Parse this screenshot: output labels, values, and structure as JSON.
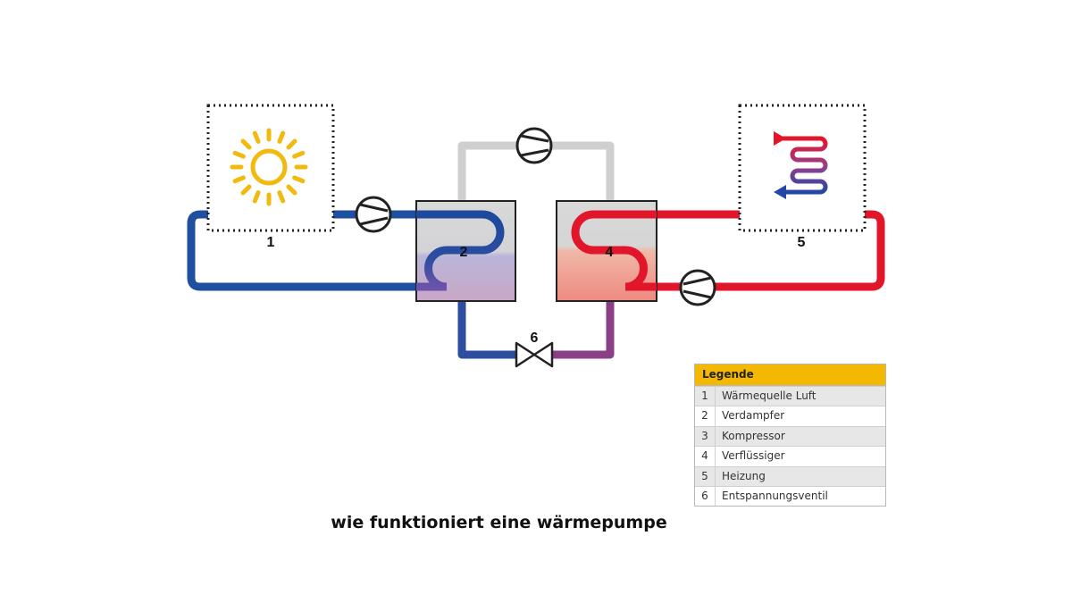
{
  "diagram": {
    "nodes": [
      {
        "id": "1",
        "label": "1"
      },
      {
        "id": "2",
        "label": "2"
      },
      {
        "id": "4",
        "label": "4"
      },
      {
        "id": "5",
        "label": "5"
      },
      {
        "id": "6",
        "label": "6"
      }
    ],
    "colors": {
      "cold": "#1f4f9f",
      "hot": "#e2162b",
      "gas": "#cfcfcf",
      "sun": "#f2b90f",
      "legend_header": "#f5b800"
    },
    "icons": [
      "sun-icon",
      "pump-icon",
      "compressor-icon",
      "expansion-valve-icon",
      "radiator-coil-icon"
    ]
  },
  "legend": {
    "title": "Legende",
    "items": [
      {
        "num": "1",
        "label": "Wärmequelle Luft"
      },
      {
        "num": "2",
        "label": "Verdampfer"
      },
      {
        "num": "3",
        "label": "Kompressor"
      },
      {
        "num": "4",
        "label": "Verflüssiger"
      },
      {
        "num": "5",
        "label": "Heizung"
      },
      {
        "num": "6",
        "label": "Entspannungsventil"
      }
    ]
  },
  "caption": "wie funktioniert eine wärmepumpe"
}
